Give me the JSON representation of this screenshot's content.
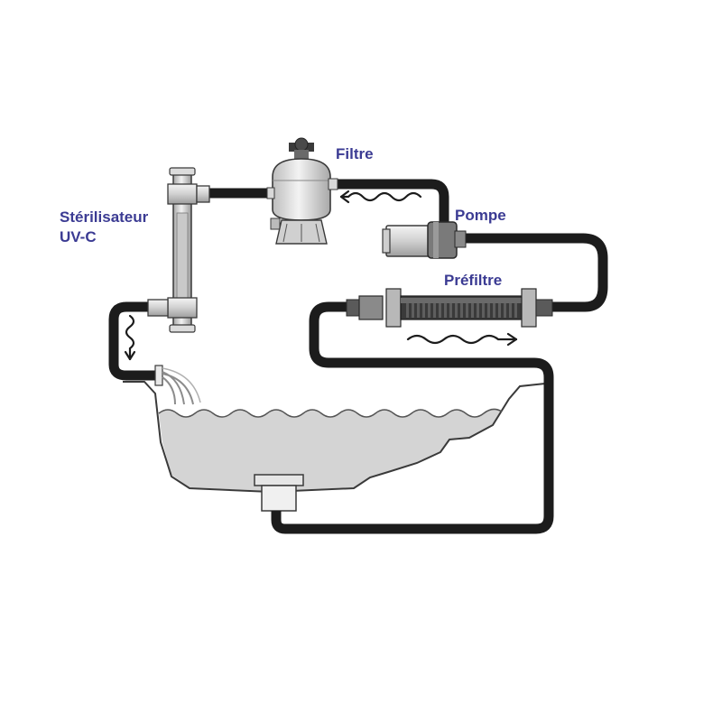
{
  "labels": {
    "filtre": "Filtre",
    "pompe": "Pompe",
    "prefiltre": "Préfiltre",
    "sterilisateur_line1": "Stérilisateur",
    "sterilisateur_line2": "UV-C"
  },
  "colors": {
    "label_text": "#3b3b93",
    "pipe": "#1c1c1c",
    "water": "#d4d4d4",
    "equipment": "#e2e2e2",
    "outline": "#3a3a3a"
  },
  "icons": {
    "flow": "wavy-arrow-icon"
  }
}
